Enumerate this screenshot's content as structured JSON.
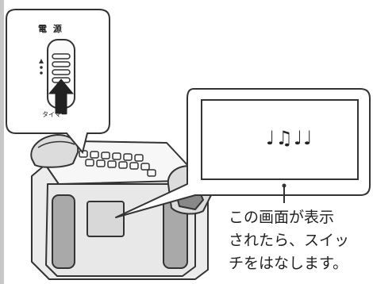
{
  "switch_panel": {
    "title": "電 源",
    "sub_label": "タイマー"
  },
  "display": {
    "content": "♩♫♩♩"
  },
  "caption": {
    "lines": [
      "この画面が表示",
      "されたら、スイッ",
      "チをはなします。"
    ]
  },
  "colors": {
    "line": "#333333",
    "radio_face": "#e8e8e8",
    "speaker": "#a9a9a9",
    "callout_fill": "#ffffff",
    "left_strip": "#c8c8c8"
  }
}
